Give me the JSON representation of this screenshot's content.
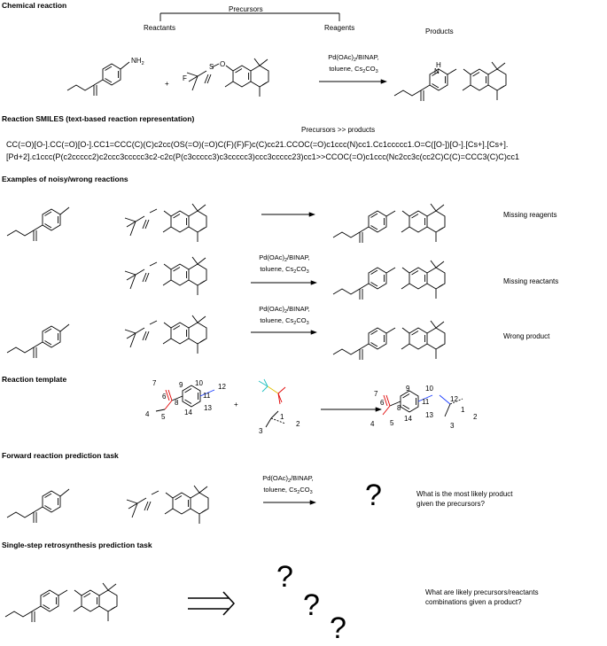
{
  "sections": {
    "chem": "Chemical reaction",
    "smiles": "Reaction SMILES (text-based reaction representation)",
    "noisy": "Examples of noisy/wrong reactions",
    "template": "Reaction template",
    "forward": "Forward reaction prediction task",
    "retro": "Single-step retrosynthesis prediction task"
  },
  "chem_reaction": {
    "precursors": "Precursors",
    "reactants": "Reactants",
    "reagents": "Reagents",
    "products": "Products",
    "plus": "+"
  },
  "conditions": {
    "line1_pre": "Pd(OAc)",
    "line1_sub": "2",
    "line1_post": "/BINAP,",
    "line2_pre": "toluene, Cs",
    "line2_sub": "2",
    "line2_mid": "CO",
    "line2_sub2": "3"
  },
  "smiles_block": {
    "caption": "Precursors >> products",
    "line1": "CC(=O)[O-].CC(=O)[O-].CC1=CCC(C)(C)c2cc(OS(=O)(=O)C(F)(F)F)c(C)cc21.CCOC(=O)c1ccc(N)cc1.Cc1ccccc1.O=C([O-])[O-].[Cs+].[Cs+].",
    "line2": "[Pd+2].c1ccc(P(c2ccccc2)c2ccc3ccccc3c2-c2c(P(c3ccccc3)c3ccccc3)ccc3ccccc23)cc1>>CCOC(=O)c1ccc(Nc2cc3c(cc2C)C(C)=CCC3(C)C)cc1"
  },
  "noisy_examples": [
    {
      "label": "Missing reagents"
    },
    {
      "label": "Missing reactants"
    },
    {
      "label": "Wrong product"
    }
  ],
  "atoms": {
    "nh2": "NH",
    "nh2_sub": "2",
    "o": "O",
    "s": "S",
    "f": "F",
    "h": "H",
    "n": "N"
  },
  "template_numbers": {
    "left": [
      "7",
      "9",
      "10",
      "12",
      "6",
      "8",
      "11",
      "4",
      "5",
      "14",
      "13",
      "1",
      "2",
      "3"
    ],
    "right": [
      "7",
      "9",
      "10",
      "12",
      "6",
      "8",
      "11",
      "1",
      "2",
      "4",
      "5",
      "14",
      "13",
      "3"
    ]
  },
  "forward_task": {
    "question_mark": "?",
    "question": "What is the most likely product\ngiven the precursors?"
  },
  "retro_task": {
    "question_mark": "?",
    "question": "What are likely precursors/reactants\ncombinations given a product?"
  }
}
